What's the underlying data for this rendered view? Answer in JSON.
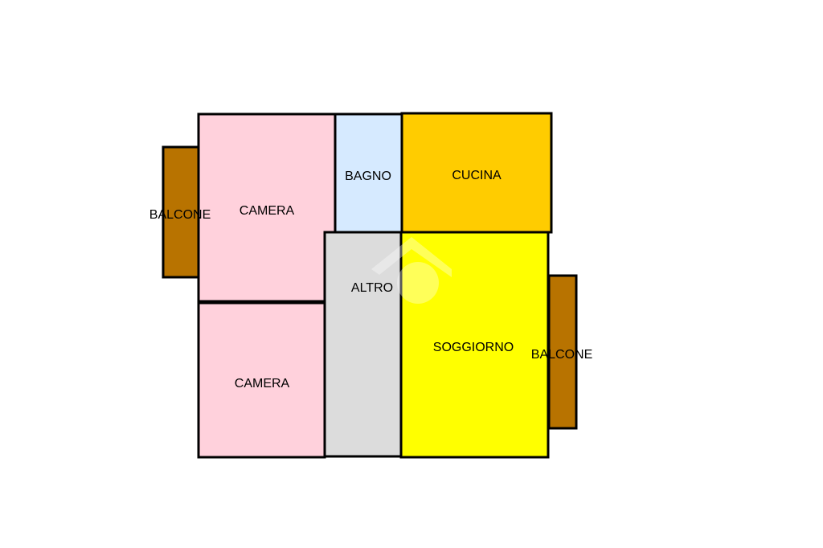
{
  "colors": {
    "camera": "#ffd1dc",
    "bagno": "#d6eaff",
    "cucina": "#ffcc00",
    "soggiorno": "#ffff00",
    "altro": "#dcdcdc",
    "balcone": "#b87300",
    "wall": "#000000"
  },
  "rooms": {
    "balcone_left": {
      "label": "BALCONE"
    },
    "camera_top": {
      "label": "CAMERA"
    },
    "bagno": {
      "label": "BAGNO"
    },
    "cucina": {
      "label": "CUCINA"
    },
    "altro": {
      "label": "ALTRO"
    },
    "camera_bottom": {
      "label": "CAMERA"
    },
    "soggiorno": {
      "label": "SOGGIORNO"
    },
    "balcone_right": {
      "label": "BALCONE"
    }
  },
  "watermark": {
    "icon": "brand-logo-icon"
  }
}
